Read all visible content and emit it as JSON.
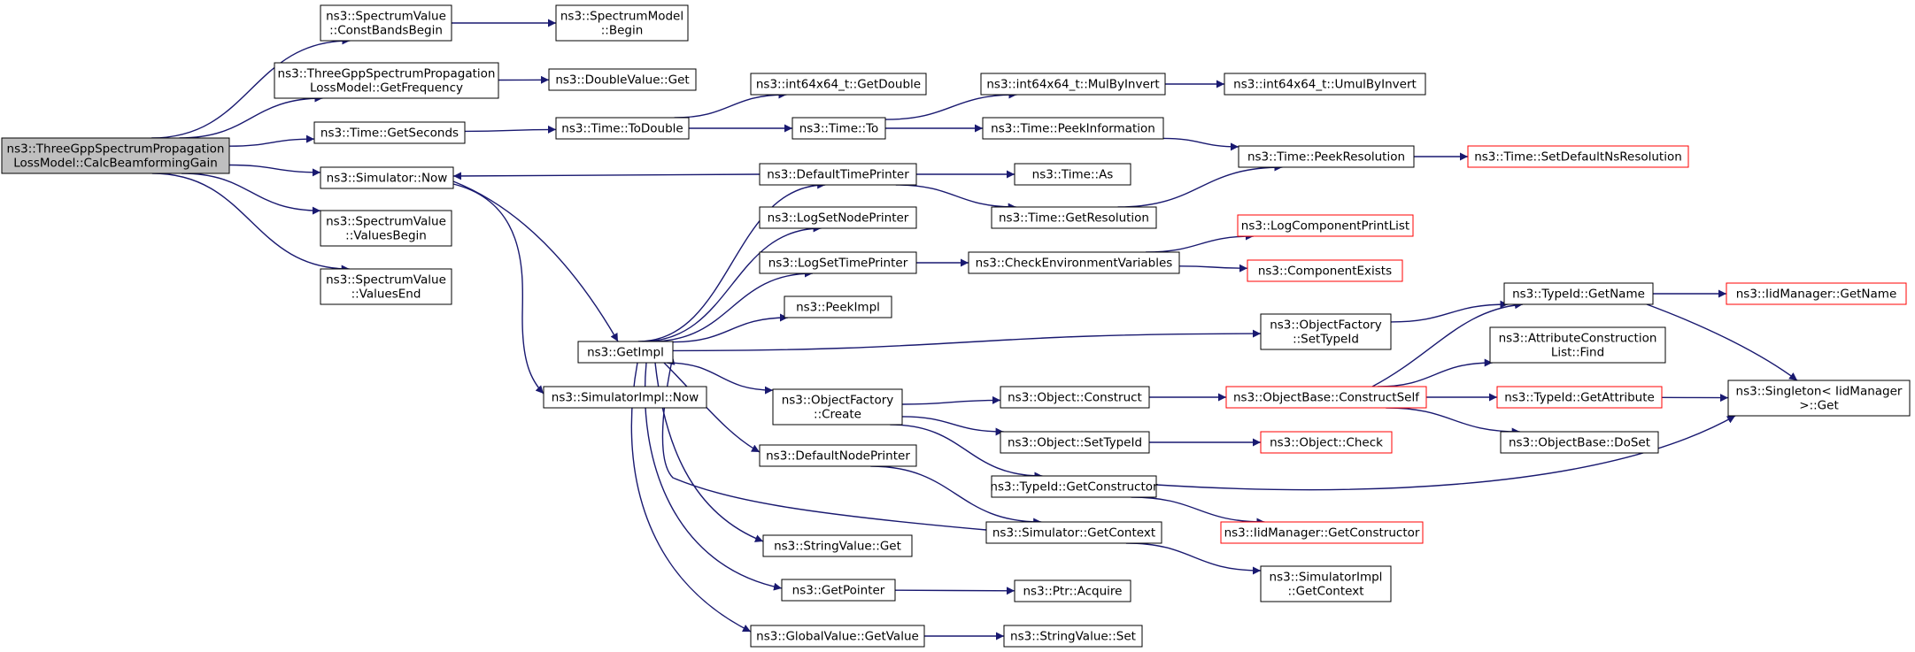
{
  "graph": {
    "colors": {
      "edge": "#191970",
      "node_border": "#000000",
      "node_border_alt": "#ff0000",
      "node_fill": "#ffffff",
      "root_fill": "#bfbfbf"
    },
    "nodes": [
      {
        "id": "root",
        "style": "root",
        "lines": [
          "ns3::ThreeGppSpectrumPropagation",
          "LossModel::CalcBeamformingGain"
        ]
      },
      {
        "id": "sv_cbb",
        "style": "normal",
        "lines": [
          "ns3::SpectrumValue",
          "::ConstBandsBegin"
        ]
      },
      {
        "id": "sm_begin",
        "style": "normal",
        "lines": [
          "ns3::SpectrumModel",
          "::Begin"
        ]
      },
      {
        "id": "tgpp_getfreq",
        "style": "normal",
        "lines": [
          "ns3::ThreeGppSpectrumPropagation",
          "LossModel::GetFrequency"
        ]
      },
      {
        "id": "dv_get",
        "style": "normal",
        "lines": [
          "ns3::DoubleValue::Get"
        ]
      },
      {
        "id": "t_getsec",
        "style": "normal",
        "lines": [
          "ns3::Time::GetSeconds"
        ]
      },
      {
        "id": "t_todouble",
        "style": "normal",
        "lines": [
          "ns3::Time::ToDouble"
        ]
      },
      {
        "id": "i64_getdouble",
        "style": "normal",
        "lines": [
          "ns3::int64x64_t::GetDouble"
        ]
      },
      {
        "id": "t_to",
        "style": "normal",
        "lines": [
          "ns3::Time::To"
        ]
      },
      {
        "id": "i64_mulbyinv",
        "style": "normal",
        "lines": [
          "ns3::int64x64_t::MulByInvert"
        ]
      },
      {
        "id": "i64_umulbyinv",
        "style": "normal",
        "lines": [
          "ns3::int64x64_t::UmulByInvert"
        ]
      },
      {
        "id": "t_peekinfo",
        "style": "normal",
        "lines": [
          "ns3::Time::PeekInformation"
        ]
      },
      {
        "id": "t_peekres",
        "style": "normal",
        "lines": [
          "ns3::Time::PeekResolution"
        ]
      },
      {
        "id": "t_setdefns",
        "style": "red",
        "lines": [
          "ns3::Time::SetDefaultNsResolution"
        ]
      },
      {
        "id": "sim_now",
        "style": "normal",
        "lines": [
          "ns3::Simulator::Now"
        ]
      },
      {
        "id": "deftimeprinter",
        "style": "normal",
        "lines": [
          "ns3::DefaultTimePrinter"
        ]
      },
      {
        "id": "t_as",
        "style": "normal",
        "lines": [
          "ns3::Time::As"
        ]
      },
      {
        "id": "t_getres",
        "style": "normal",
        "lines": [
          "ns3::Time::GetResolution"
        ]
      },
      {
        "id": "sv_valbegin",
        "style": "normal",
        "lines": [
          "ns3::SpectrumValue",
          "::ValuesBegin"
        ]
      },
      {
        "id": "lognodeprinter",
        "style": "normal",
        "lines": [
          "ns3::LogSetNodePrinter"
        ]
      },
      {
        "id": "logcompprint",
        "style": "red",
        "lines": [
          "ns3::LogComponentPrintList"
        ]
      },
      {
        "id": "logtimeprinter",
        "style": "normal",
        "lines": [
          "ns3::LogSetTimePrinter"
        ]
      },
      {
        "id": "checkenv",
        "style": "normal",
        "lines": [
          "ns3::CheckEnvironmentVariables"
        ]
      },
      {
        "id": "compexists",
        "style": "red",
        "lines": [
          "ns3::ComponentExists"
        ]
      },
      {
        "id": "sv_valend",
        "style": "normal",
        "lines": [
          "ns3::SpectrumValue",
          "::ValuesEnd"
        ]
      },
      {
        "id": "peekimpl",
        "style": "normal",
        "lines": [
          "ns3::PeekImpl"
        ]
      },
      {
        "id": "typeid_getname",
        "style": "normal",
        "lines": [
          "ns3::TypeId::GetName"
        ]
      },
      {
        "id": "iid_getname",
        "style": "red",
        "lines": [
          "ns3::IidManager::GetName"
        ]
      },
      {
        "id": "of_settypeid",
        "style": "normal",
        "lines": [
          "ns3::ObjectFactory",
          "::SetTypeId"
        ]
      },
      {
        "id": "getimpl",
        "style": "normal",
        "lines": [
          "ns3::GetImpl"
        ]
      },
      {
        "id": "attrcons_find",
        "style": "normal",
        "lines": [
          "ns3::AttributeConstruction",
          "List::Find"
        ]
      },
      {
        "id": "simimpl_now",
        "style": "normal",
        "lines": [
          "ns3::SimulatorImpl::Now"
        ]
      },
      {
        "id": "of_create",
        "style": "normal",
        "lines": [
          "ns3::ObjectFactory",
          "::Create"
        ]
      },
      {
        "id": "obj_construct",
        "style": "normal",
        "lines": [
          "ns3::Object::Construct"
        ]
      },
      {
        "id": "ob_constructself",
        "style": "red",
        "lines": [
          "ns3::ObjectBase::ConstructSelf"
        ]
      },
      {
        "id": "typeid_getattr",
        "style": "red",
        "lines": [
          "ns3::TypeId::GetAttribute"
        ]
      },
      {
        "id": "singleton_get",
        "style": "normal",
        "lines": [
          "ns3::Singleton< IidManager",
          " >::Get"
        ]
      },
      {
        "id": "obj_settypeid",
        "style": "normal",
        "lines": [
          "ns3::Object::SetTypeId"
        ]
      },
      {
        "id": "obj_check",
        "style": "red",
        "lines": [
          "ns3::Object::Check"
        ]
      },
      {
        "id": "ob_doset",
        "style": "normal",
        "lines": [
          "ns3::ObjectBase::DoSet"
        ]
      },
      {
        "id": "defnodeprinter",
        "style": "normal",
        "lines": [
          "ns3::DefaultNodePrinter"
        ]
      },
      {
        "id": "typeid_getctor",
        "style": "normal",
        "lines": [
          "ns3::TypeId::GetConstructor"
        ]
      },
      {
        "id": "iid_getctor",
        "style": "red",
        "lines": [
          "ns3::IidManager::GetConstructor"
        ]
      },
      {
        "id": "sim_getctx",
        "style": "normal",
        "lines": [
          "ns3::Simulator::GetContext"
        ]
      },
      {
        "id": "strval_get",
        "style": "normal",
        "lines": [
          "ns3::StringValue::Get"
        ]
      },
      {
        "id": "simimpl_getctx",
        "style": "normal",
        "lines": [
          "ns3::SimulatorImpl",
          "::GetContext"
        ]
      },
      {
        "id": "getpointer",
        "style": "normal",
        "lines": [
          "ns3::GetPointer"
        ]
      },
      {
        "id": "ptr_acquire",
        "style": "normal",
        "lines": [
          "ns3::Ptr::Acquire"
        ]
      },
      {
        "id": "gv_getvalue",
        "style": "normal",
        "lines": [
          "ns3::GlobalValue::GetValue"
        ]
      },
      {
        "id": "strval_set",
        "style": "normal",
        "lines": [
          "ns3::StringValue::Set"
        ]
      }
    ],
    "edges": [
      {
        "from": "root",
        "to": "sv_cbb"
      },
      {
        "from": "root",
        "to": "tgpp_getfreq"
      },
      {
        "from": "root",
        "to": "t_getsec"
      },
      {
        "from": "root",
        "to": "sim_now"
      },
      {
        "from": "root",
        "to": "sv_valbegin"
      },
      {
        "from": "root",
        "to": "sv_valend"
      },
      {
        "from": "sv_cbb",
        "to": "sm_begin"
      },
      {
        "from": "tgpp_getfreq",
        "to": "dv_get"
      },
      {
        "from": "t_getsec",
        "to": "t_todouble"
      },
      {
        "from": "t_todouble",
        "to": "i64_getdouble"
      },
      {
        "from": "t_todouble",
        "to": "t_to"
      },
      {
        "from": "t_to",
        "to": "i64_mulbyinv"
      },
      {
        "from": "t_to",
        "to": "t_peekinfo"
      },
      {
        "from": "i64_mulbyinv",
        "to": "i64_umulbyinv"
      },
      {
        "from": "t_peekinfo",
        "to": "t_peekres"
      },
      {
        "from": "t_peekres",
        "to": "t_setdefns"
      },
      {
        "from": "sim_now",
        "to": "getimpl"
      },
      {
        "from": "sim_now",
        "to": "simimpl_now"
      },
      {
        "from": "deftimeprinter",
        "to": "sim_now"
      },
      {
        "from": "deftimeprinter",
        "to": "t_as"
      },
      {
        "from": "deftimeprinter",
        "to": "t_getres"
      },
      {
        "from": "t_getres",
        "to": "t_peekres"
      },
      {
        "from": "getimpl",
        "to": "deftimeprinter"
      },
      {
        "from": "getimpl",
        "to": "lognodeprinter"
      },
      {
        "from": "getimpl",
        "to": "logtimeprinter"
      },
      {
        "from": "getimpl",
        "to": "peekimpl"
      },
      {
        "from": "getimpl",
        "to": "of_settypeid"
      },
      {
        "from": "getimpl",
        "to": "of_create"
      },
      {
        "from": "getimpl",
        "to": "defnodeprinter"
      },
      {
        "from": "getimpl",
        "to": "strval_get"
      },
      {
        "from": "getimpl",
        "to": "getpointer"
      },
      {
        "from": "getimpl",
        "to": "gv_getvalue"
      },
      {
        "from": "sim_getctx",
        "to": "getimpl"
      },
      {
        "from": "logtimeprinter",
        "to": "checkenv"
      },
      {
        "from": "checkenv",
        "to": "logcompprint"
      },
      {
        "from": "checkenv",
        "to": "compexists"
      },
      {
        "from": "of_settypeid",
        "to": "typeid_getname"
      },
      {
        "from": "typeid_getname",
        "to": "iid_getname"
      },
      {
        "from": "typeid_getname",
        "to": "singleton_get"
      },
      {
        "from": "of_create",
        "to": "obj_construct"
      },
      {
        "from": "of_create",
        "to": "obj_settypeid"
      },
      {
        "from": "of_create",
        "to": "typeid_getctor"
      },
      {
        "from": "obj_construct",
        "to": "ob_constructself"
      },
      {
        "from": "ob_constructself",
        "to": "typeid_getname"
      },
      {
        "from": "ob_constructself",
        "to": "attrcons_find"
      },
      {
        "from": "ob_constructself",
        "to": "typeid_getattr"
      },
      {
        "from": "ob_constructself",
        "to": "ob_doset"
      },
      {
        "from": "typeid_getattr",
        "to": "singleton_get"
      },
      {
        "from": "obj_settypeid",
        "to": "obj_check"
      },
      {
        "from": "typeid_getctor",
        "to": "iid_getctor"
      },
      {
        "from": "typeid_getctor",
        "to": "singleton_get"
      },
      {
        "from": "defnodeprinter",
        "to": "sim_getctx"
      },
      {
        "from": "sim_getctx",
        "to": "simimpl_getctx"
      },
      {
        "from": "getpointer",
        "to": "ptr_acquire"
      },
      {
        "from": "gv_getvalue",
        "to": "strval_set"
      }
    ]
  }
}
